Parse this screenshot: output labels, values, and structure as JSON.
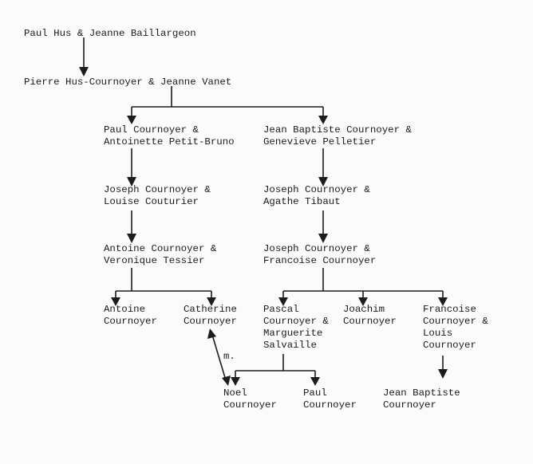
{
  "title": "Cournoyer family tree",
  "nodes": {
    "g1": "Paul Hus & Jeanne Baillargeon",
    "g2": "Pierre Hus-Cournoyer & Jeanne Vanet",
    "g3a": [
      "Paul Cournoyer &",
      "Antoinette Petit-Bruno"
    ],
    "g3b": [
      "Jean Baptiste Cournoyer &",
      "Genevieve Pelletier"
    ],
    "g4a": [
      "Joseph Cournoyer &",
      "Louise Couturier"
    ],
    "g4b": [
      "Joseph Cournoyer &",
      "Agathe Tibaut"
    ],
    "g5a": [
      "Antoine Cournoyer &",
      "Veronique Tessier"
    ],
    "g5b": [
      "Joseph Cournoyer &",
      "Francoise Cournoyer"
    ],
    "g6a": [
      "Antoine",
      "Cournoyer"
    ],
    "g6b": [
      "Catherine",
      "Cournoyer"
    ],
    "g6c": [
      "Pascal",
      "Cournoyer &",
      "Marguerite",
      "Salvaille"
    ],
    "g6d": [
      "Joachim",
      "Cournoyer"
    ],
    "g6e": [
      "Francoise",
      "Cournoyer &",
      "Louis",
      "Cournoyer"
    ],
    "g7a": [
      "Noel",
      "Cournoyer"
    ],
    "g7b": [
      "Paul",
      "Cournoyer"
    ],
    "g7c": [
      "Jean Baptiste",
      "Cournoyer"
    ]
  },
  "marriage_label": "m."
}
